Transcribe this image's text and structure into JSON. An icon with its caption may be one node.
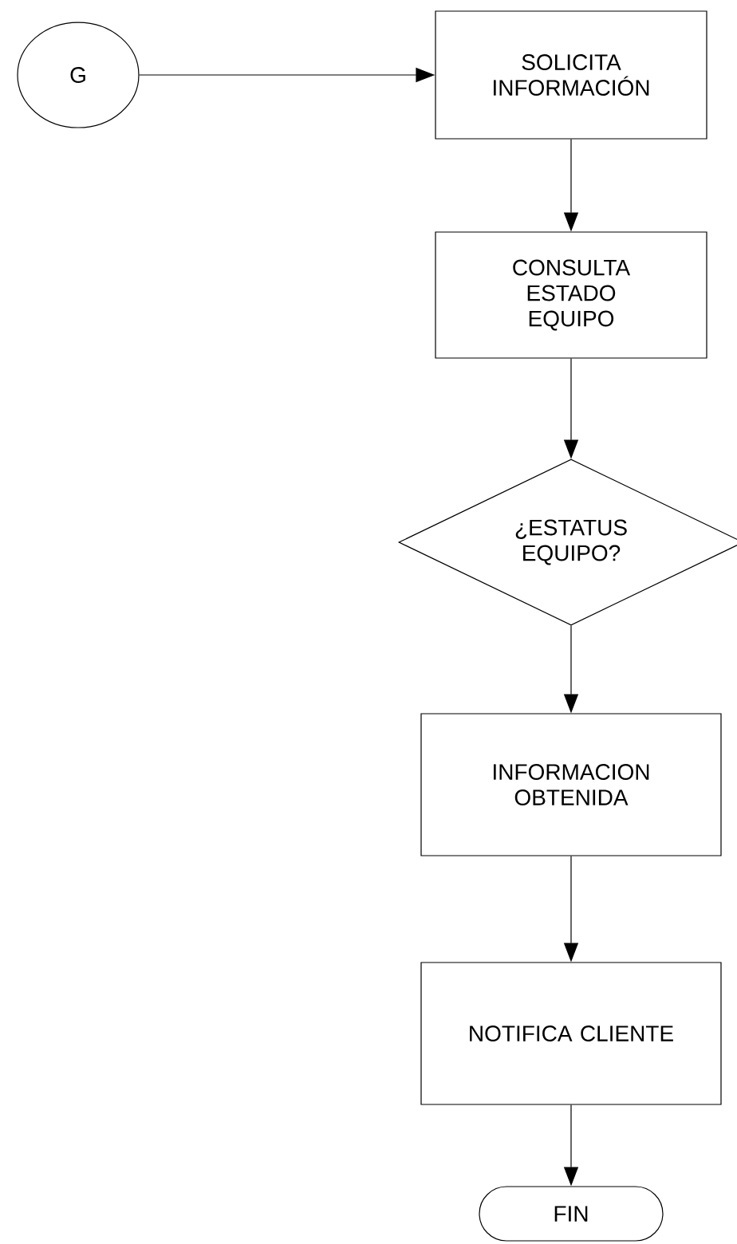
{
  "diagram": {
    "nodes": [
      {
        "text": [
          "G"
        ]
      },
      {
        "text": [
          "SOLICITA INFORMACIÓN"
        ]
      },
      {
        "text": [
          "CONSULTA ESTADO EQUIPO"
        ]
      },
      {
        "text": [
          "¿ESTATUS EQUIPO?"
        ]
      },
      {
        "text": [
          "INFORMACION OBTENIDA"
        ]
      },
      {
        "text": [
          "NOTIFICA CLIENTE"
        ]
      },
      {
        "text": [
          "FIN"
        ]
      }
    ],
    "edges": [
      {
        "from": 0,
        "to": 1,
        "arrow": "to"
      },
      {
        "from": 1,
        "to": 2,
        "arrow": "to"
      },
      {
        "from": 2,
        "to": 3,
        "arrow": "to"
      },
      {
        "from": 3,
        "to": 4,
        "arrow": "to"
      },
      {
        "from": 4,
        "to": 5,
        "arrow": "to"
      },
      {
        "from": 5,
        "to": 6,
        "arrow": "to"
      }
    ]
  }
}
